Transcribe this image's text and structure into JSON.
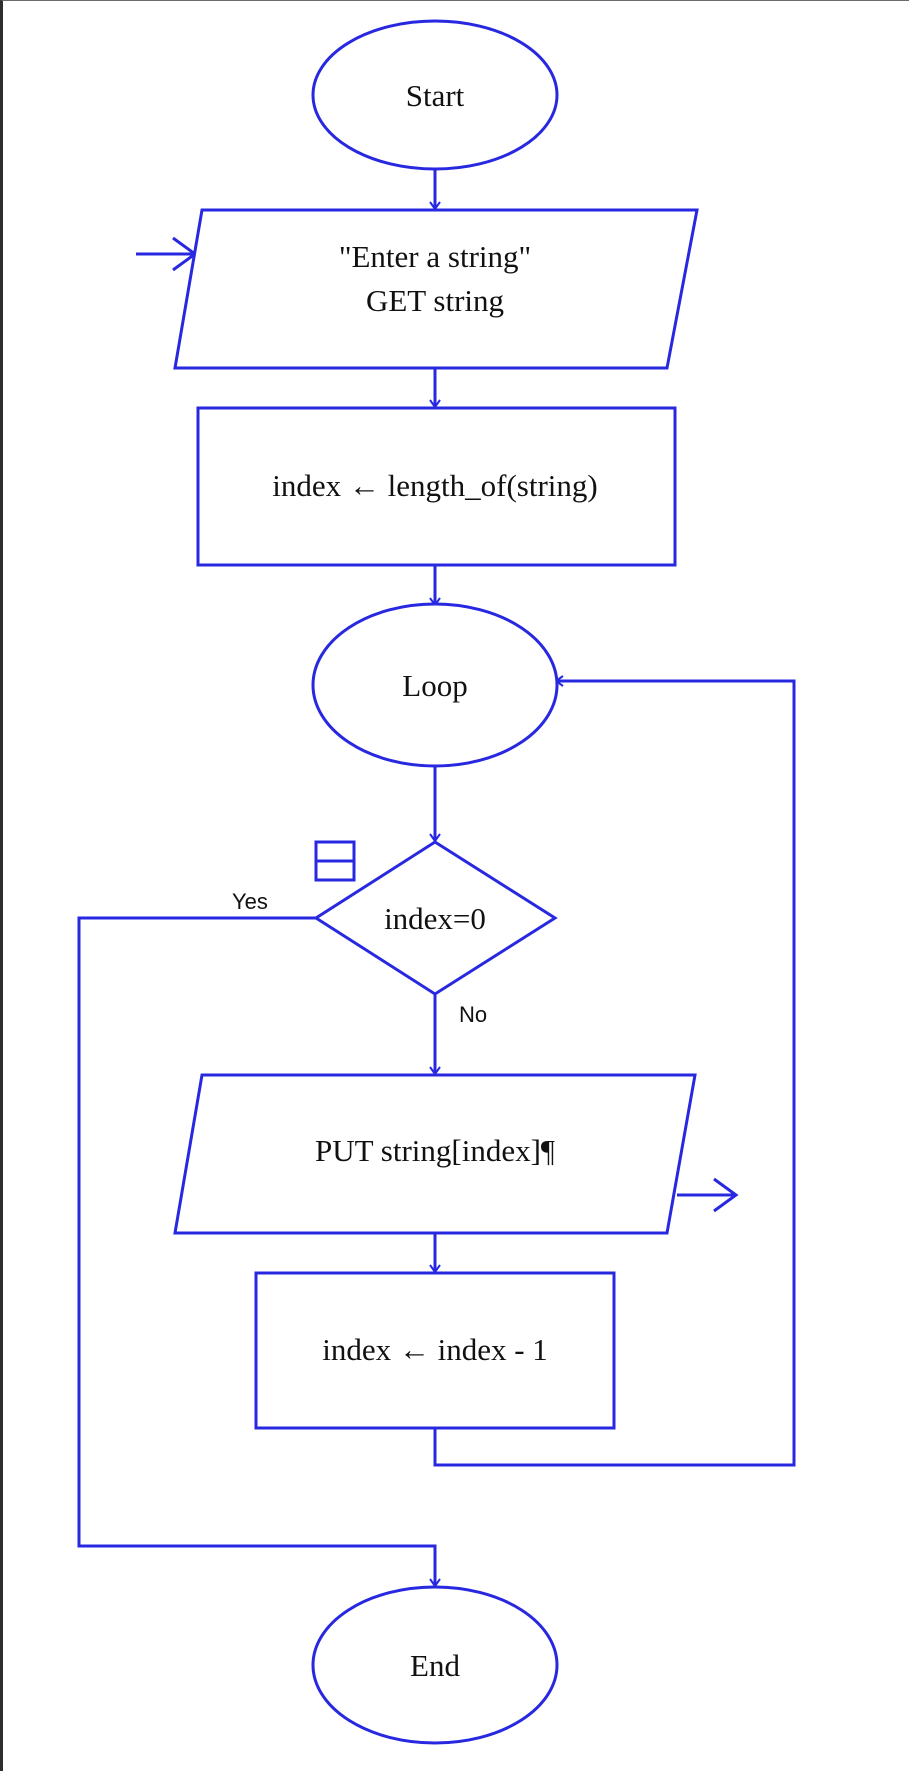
{
  "diagram": {
    "type": "flowchart",
    "stroke_color": "#2828e0",
    "nodes": {
      "start": {
        "label": "Start"
      },
      "input": {
        "lines": [
          "\"Enter a string\"",
          "GET string"
        ]
      },
      "assign_length": {
        "label": "index ← length_of(string)"
      },
      "loop": {
        "label": "Loop"
      },
      "decision": {
        "label": "index=0"
      },
      "output": {
        "label": "PUT string[index]¶"
      },
      "decrement": {
        "label": "index ← index - 1"
      },
      "end": {
        "label": "End"
      }
    },
    "edge_labels": {
      "yes": "Yes",
      "no": "No"
    },
    "icons": {
      "breakpoint": "collapse-box-icon"
    }
  }
}
